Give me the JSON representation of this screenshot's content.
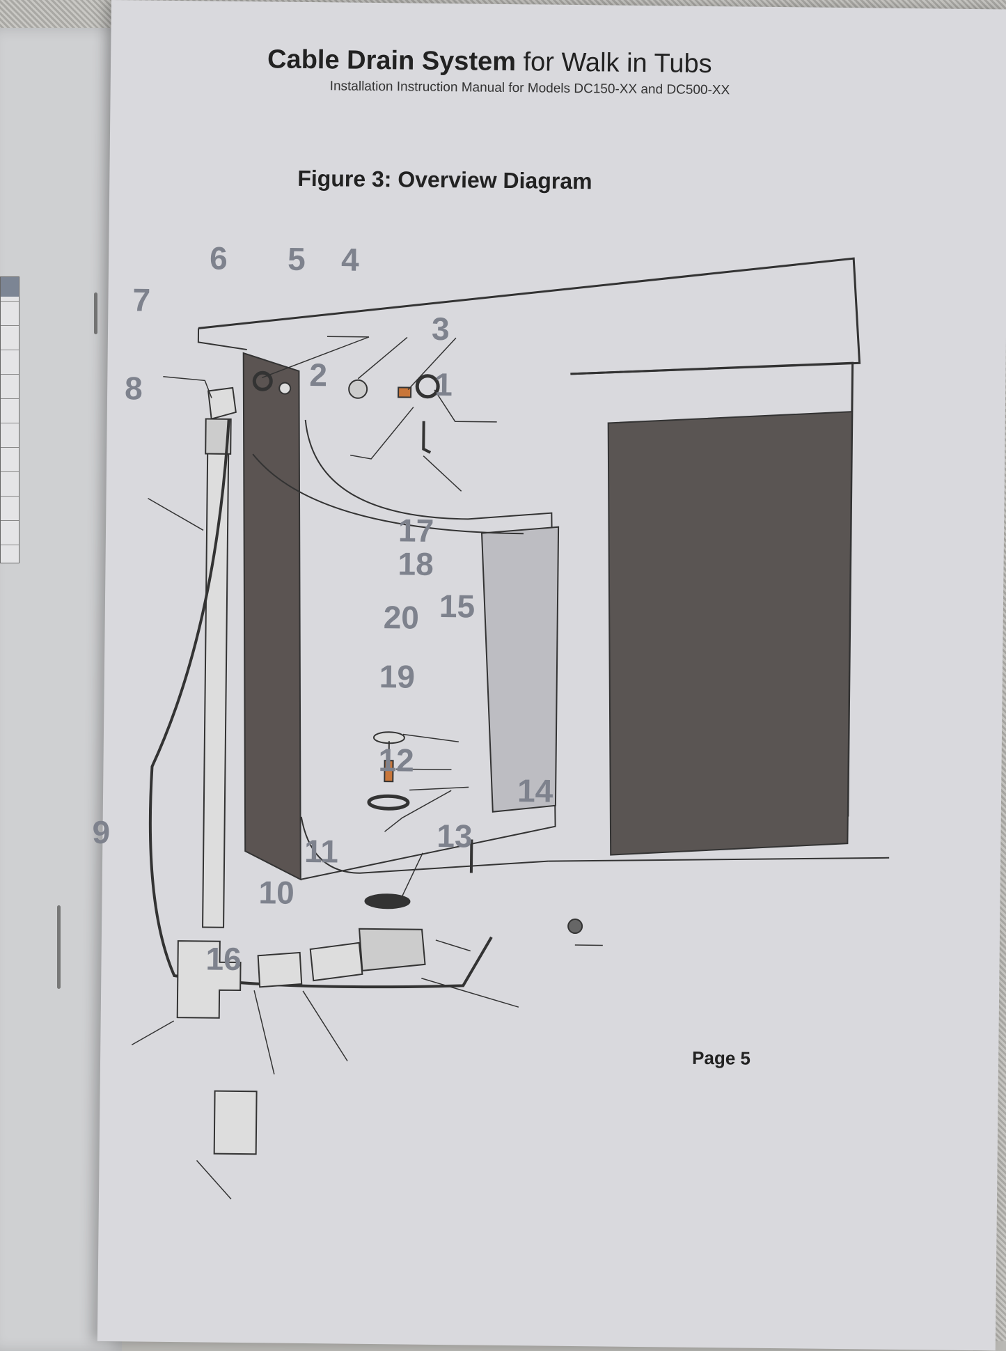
{
  "header": {
    "title_bold": "Cable Drain System",
    "title_regular": "for Walk in Tubs",
    "subtitle": "Installation Instruction Manual for Models DC150-XX and DC500-XX"
  },
  "figure": {
    "title": "Figure 3: Overview Diagram",
    "callouts": [
      "1",
      "2",
      "3",
      "4",
      "5",
      "6",
      "7",
      "8",
      "9",
      "10",
      "11",
      "12",
      "13",
      "14",
      "15",
      "16",
      "17",
      "18",
      "19",
      "20"
    ]
  },
  "footer": {
    "page": "Page 5"
  },
  "colors": {
    "page": "#d9d9dd",
    "label": "#7e828d",
    "panel": "#5b5452",
    "brass": "#c8763a"
  }
}
